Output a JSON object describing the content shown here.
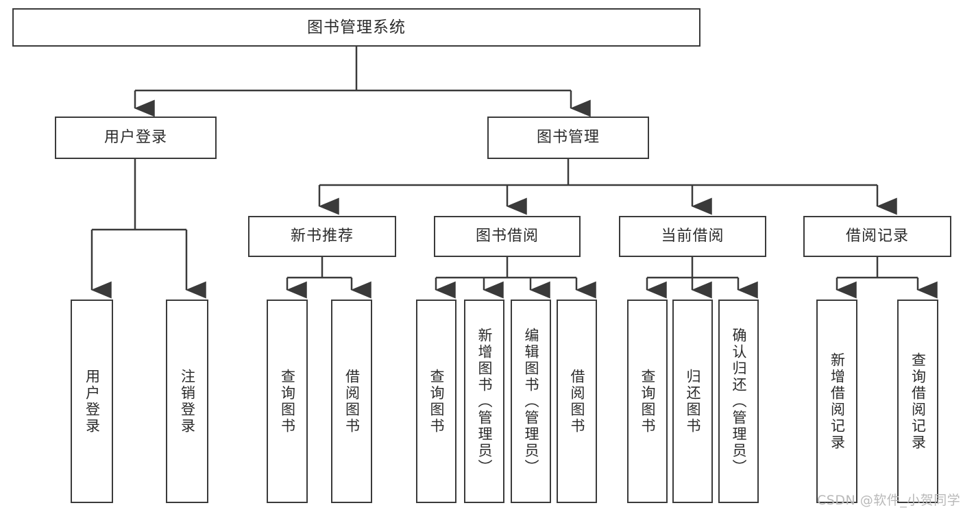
{
  "diagram": {
    "title": "图书管理系统",
    "type": "tree-hierarchy",
    "watermark": "CSDN @软件_小贺同学",
    "colors": {
      "stroke": "#3a3a3a",
      "fill": "#ffffff",
      "text": "#2b2b2b",
      "watermark": "#b9b9b9"
    },
    "nodes": {
      "root": "图书管理系统",
      "level2": [
        "用户登录",
        "图书管理"
      ],
      "level3": [
        "新书推荐",
        "图书借阅",
        "当前借阅",
        "借阅记录"
      ],
      "leaves": {
        "user_login": [
          "用户登录",
          "注销登录"
        ],
        "new_book_recommend": [
          "查询图书",
          "借阅图书"
        ],
        "book_borrow": [
          "查询图书",
          "新增图书（管理员）",
          "编辑图书（管理员）",
          "借阅图书"
        ],
        "current_borrow": [
          "查询图书",
          "归还图书",
          "确认归还（管理员）"
        ],
        "borrow_record": [
          "新增借阅记录",
          "查询借阅记录"
        ]
      }
    }
  }
}
